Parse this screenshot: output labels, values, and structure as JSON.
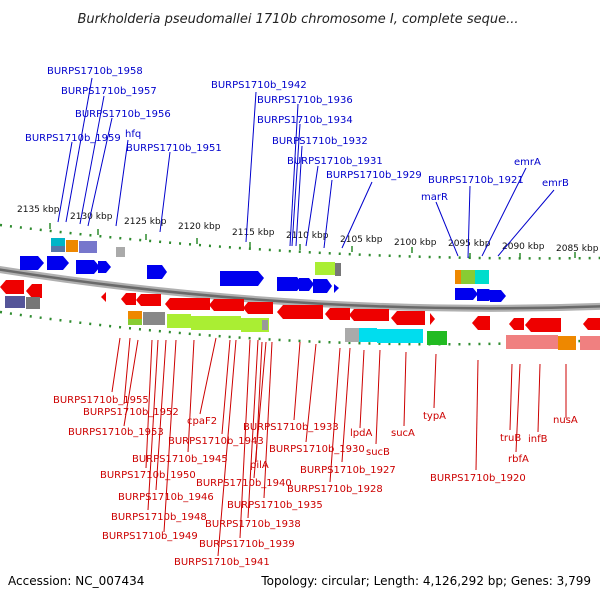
{
  "title": "Burkholderia pseudomallei 1710b chromosome I, complete seque...",
  "footer": {
    "accession": "Accession: NC_007434",
    "summary": "Topology: circular; Length: 4,126,292 bp; Genes: 3,799"
  },
  "ticks": [
    "2135 kbp",
    "2130 kbp",
    "2125 kbp",
    "2120 kbp",
    "2115 kbp",
    "2110 kbp",
    "2105 kbp",
    "2100 kbp",
    "2095 kbp",
    "2090 kbp",
    "2085 kbp"
  ],
  "forward_labels": [
    "BURPS1710b_1958",
    "BURPS1710b_1957",
    "BURPS1710b_1956",
    "BURPS1710b_1959",
    "hfq",
    "BURPS1710b_1951",
    "BURPS1710b_1942",
    "BURPS1710b_1936",
    "BURPS1710b_1934",
    "BURPS1710b_1932",
    "BURPS1710b_1931",
    "BURPS1710b_1929",
    "BURPS1710b_1921",
    "marR",
    "emrA",
    "emrB"
  ],
  "reverse_labels": [
    "BURPS1710b_1955",
    "BURPS1710b_1952",
    "BURPS1710b_1953",
    "cpaF2",
    "BURPS1710b_1943",
    "BURPS1710b_1945",
    "BURPS1710b_1950",
    "BURPS1710b_1946",
    "BURPS1710b_1948",
    "BURPS1710b_1949",
    "BURPS1710b_1941",
    "BURPS1710b_1939",
    "BURPS1710b_1938",
    "BURPS1710b_1935",
    "BURPS1710b_1940",
    "pilA",
    "BURPS1710b_1933",
    "BURPS1710b_1930",
    "BURPS1710b_1927",
    "BURPS1710b_1928",
    "lpdA",
    "sucB",
    "sucA",
    "typA",
    "BURPS1710b_1920",
    "truB",
    "rbfA",
    "infB",
    "nusA"
  ]
}
